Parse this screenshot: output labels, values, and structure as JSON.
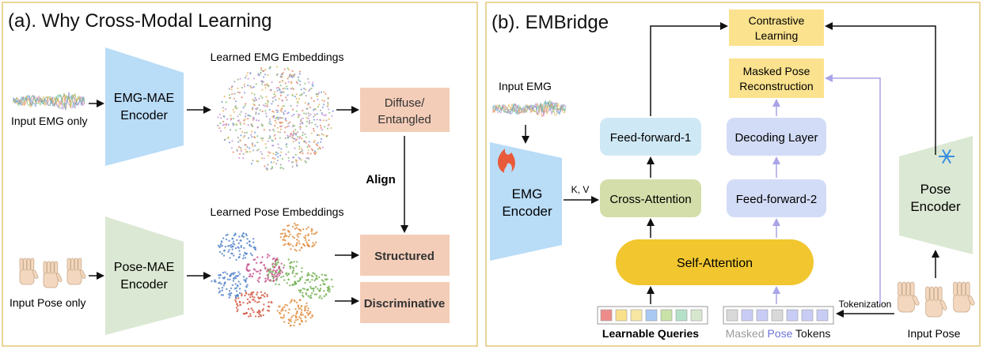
{
  "panel_a": {
    "title": "(a). Why Cross-Modal Learning",
    "input_emg_label": "Input EMG only",
    "input_pose_label": "Input Pose only",
    "emg_encoder": [
      "EMG-MAE",
      "Encoder"
    ],
    "pose_encoder": [
      "Pose-MAE",
      "Encoder"
    ],
    "emg_embed_label": "Learned EMG Embeddings",
    "pose_embed_label": "Learned Pose Embeddings",
    "diffuse_box": [
      "Diffuse/",
      "Entangled"
    ],
    "align_label": "Align",
    "structured_box": "Structured",
    "discriminative_box": "Discriminative"
  },
  "panel_b": {
    "title": "(b). EMBridge",
    "input_emg_label": "Input EMG",
    "emg_encoder": [
      "EMG",
      "Encoder"
    ],
    "kv_label": "K, V",
    "cross_attention": "Cross-Attention",
    "feed_forward_1": "Feed-forward-1",
    "contrastive": [
      "Contrastive",
      "Learning"
    ],
    "masked_recon": [
      "Masked Pose",
      "Reconstruction"
    ],
    "decoding_layer": "Decoding Layer",
    "feed_forward_2": "Feed-forward-2",
    "self_attention": "Self-Attention",
    "pose_encoder": [
      "Pose",
      "Encoder"
    ],
    "learnable_queries": "Learnable Queries",
    "masked_tokens": {
      "p1": "Masked ",
      "p2": "Pose",
      "p3": " Tokens"
    },
    "tokenization": "Tokenization",
    "input_pose_label": "Input Pose"
  },
  "colors": {
    "panel_border": "#e3c878",
    "emg_blue": "#b9dcf7",
    "pose_green": "#dbe8d3",
    "salmon": "#f4cdb8",
    "yellow": "#fbe28e",
    "light_blue_box": "#cfe8f5",
    "green_box": "#d4deaa",
    "lavender": "#d3dcf6",
    "self_attn": "#f1c62f",
    "arrow_purple": "#a8a4e6",
    "masked_pose_word": "#6f73d8",
    "masked_gray": "#9a9a9a"
  },
  "query_tokens": [
    "#ee8c8c",
    "#f8e08a",
    "#f7e7a3",
    "#a9c8f2",
    "#c8e2a8",
    "#b5e0c9",
    "#d8e8cf"
  ],
  "masked_token_colors": [
    "#d9d9d9",
    "#c9cdf5",
    "#c9cdf5",
    "#d9d9d9",
    "#c9cdf5",
    "#c9cdf5",
    "#c9cdf5"
  ],
  "icons": [
    "emg-signal-icon",
    "hand-pose-icon",
    "flame-icon",
    "snowflake-icon",
    "embedding-scatter-icon"
  ]
}
